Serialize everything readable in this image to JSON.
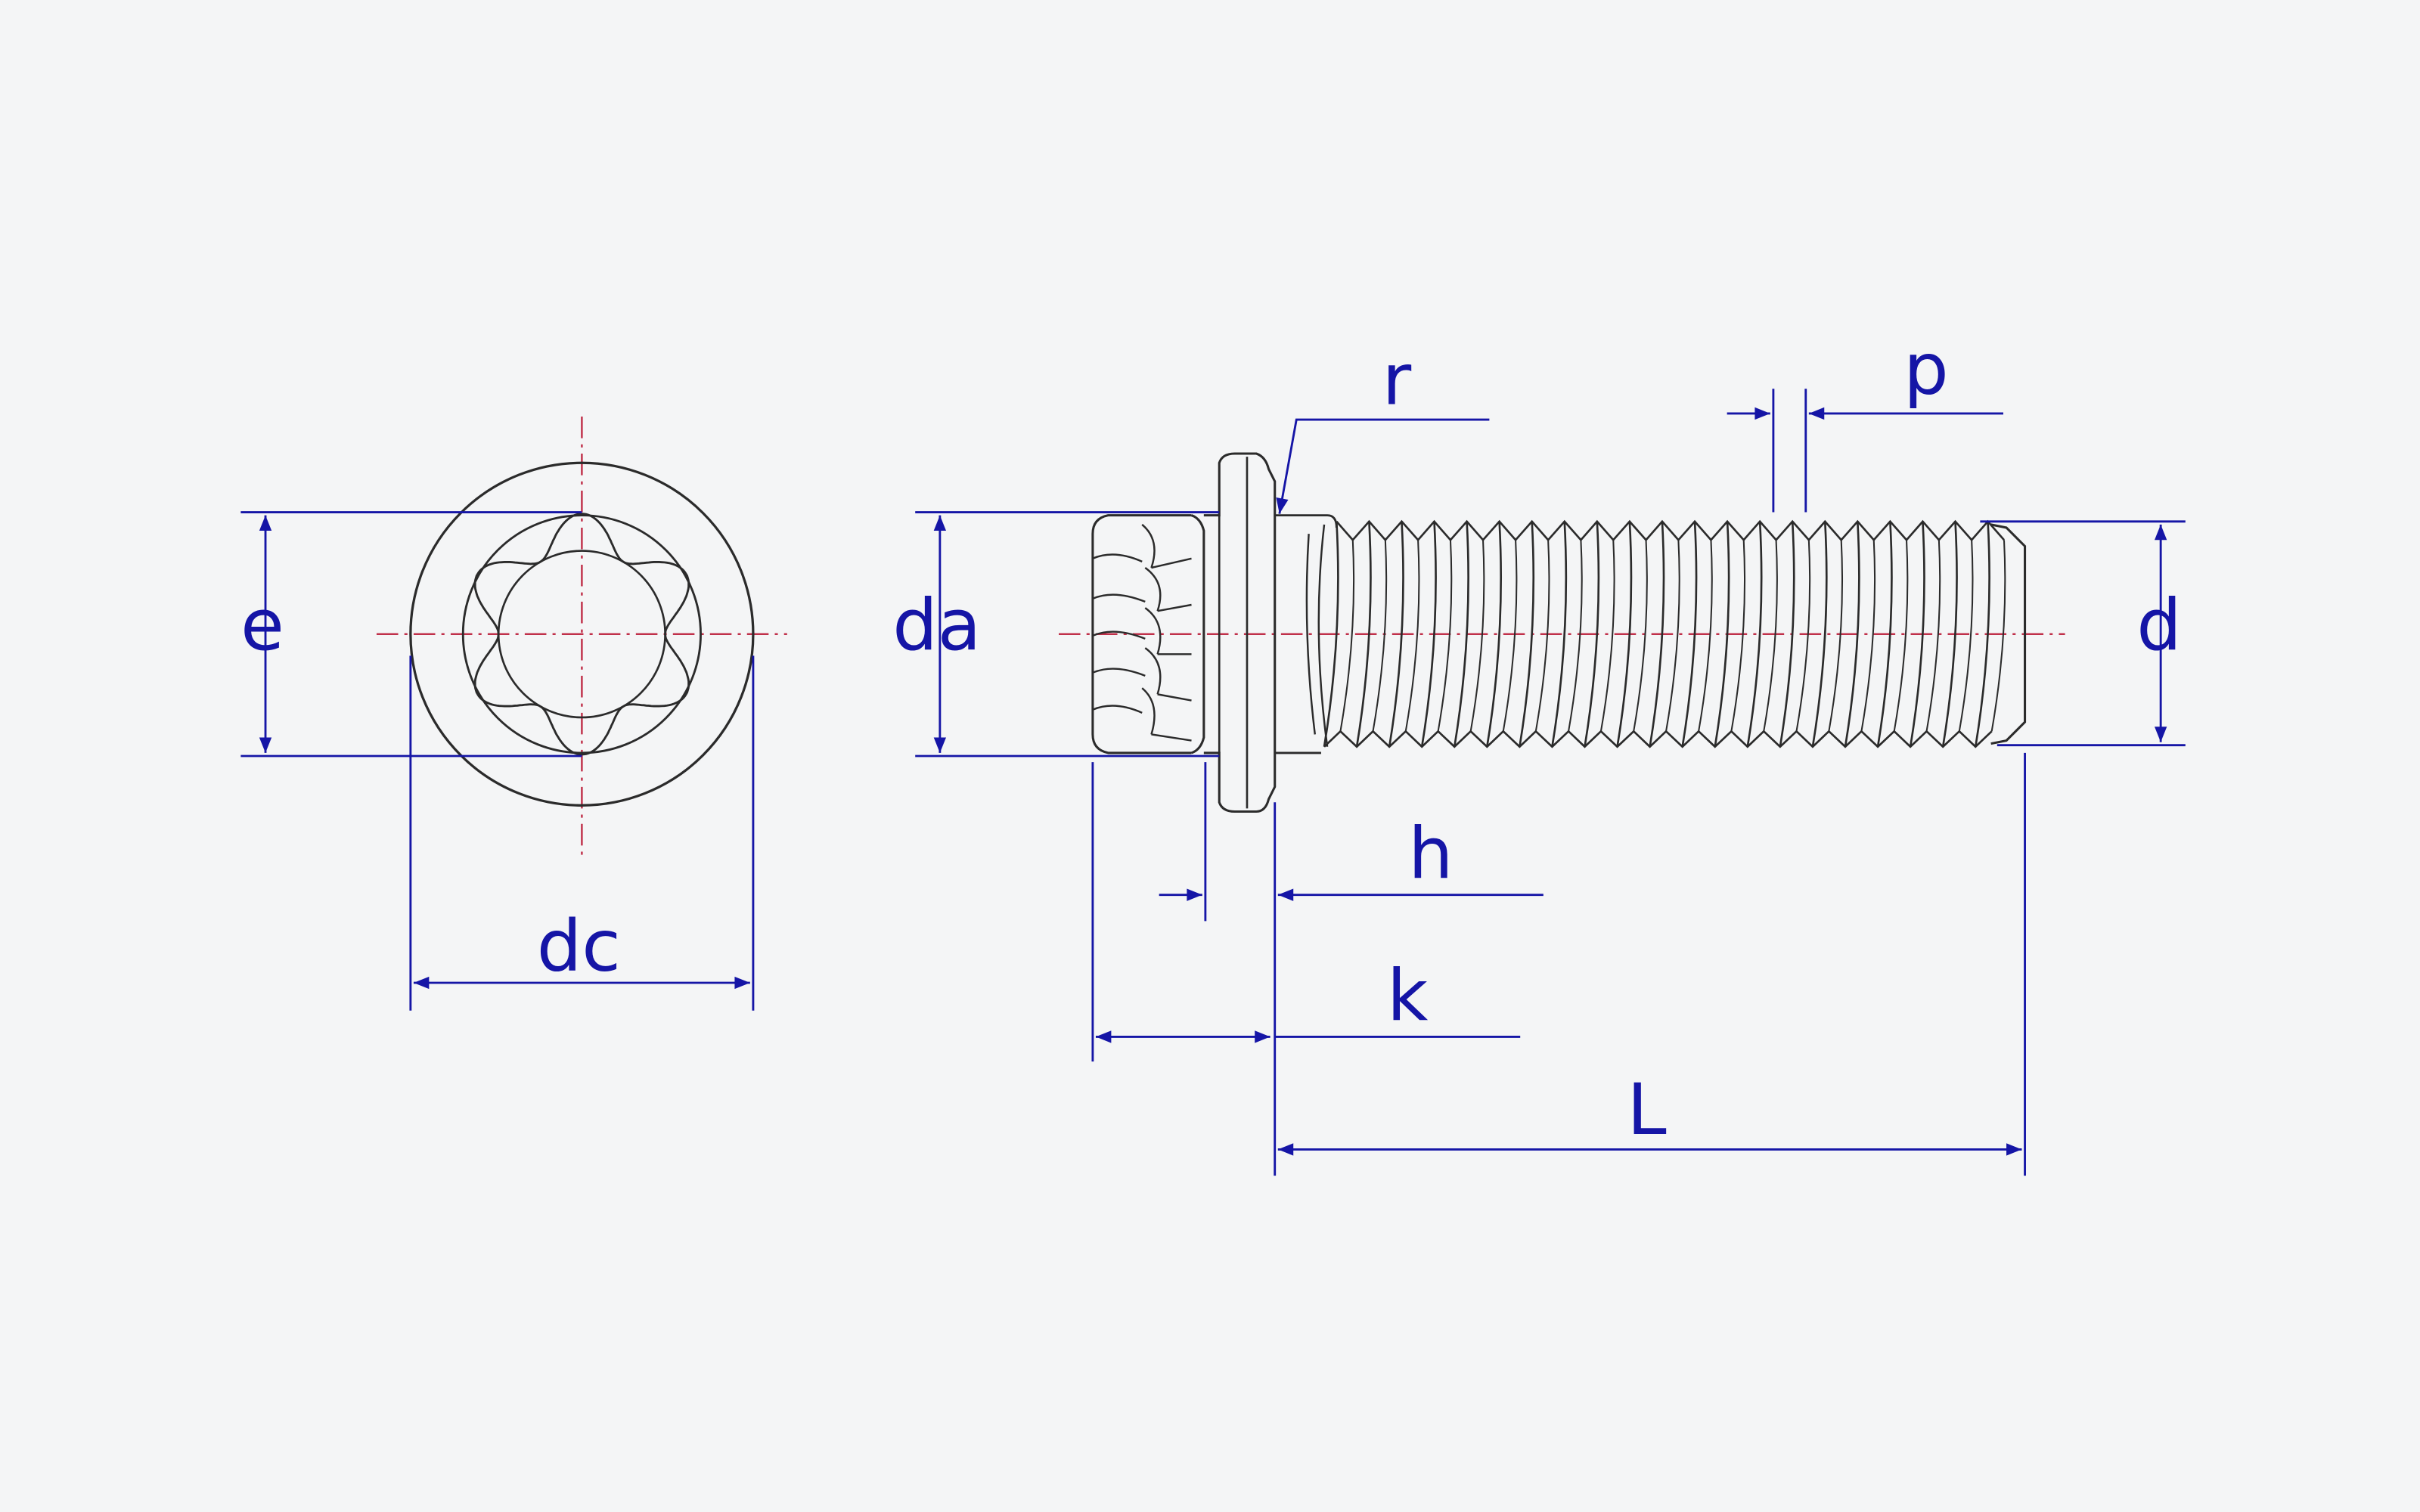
{
  "colors": {
    "paper": "#f4f5f6",
    "outline": "#2b2b2b",
    "dimension": "#1515a6",
    "centerline": "#c0304a"
  },
  "labels": {
    "e": "e",
    "dc": "dc",
    "da": "da",
    "r": "r",
    "p": "p",
    "d": "d",
    "h": "h",
    "k": "k",
    "L": "L"
  },
  "thread": {
    "crests": 21
  },
  "drive": {
    "lobes": 6
  }
}
